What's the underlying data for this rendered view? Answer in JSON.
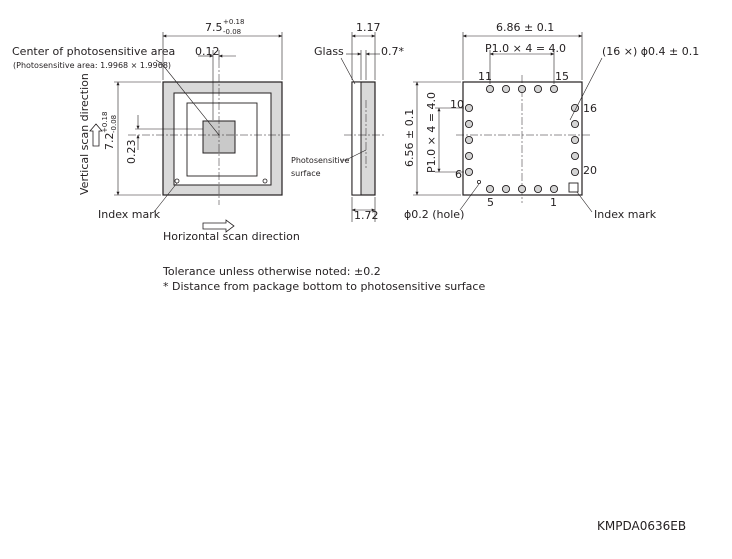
{
  "front_view": {
    "width_dim_base": "7.5",
    "width_dim_plus": "+0.18",
    "width_dim_minus": "-0.08",
    "height_dim_base": "7.2",
    "height_dim_plus": "+0.18",
    "height_dim_minus": "-0.08",
    "center_offset_x": "0.12",
    "center_offset_y": "0.23",
    "center_label": "Center of photosensitive area",
    "photosensitive_area_note": "(Photosensitive area: 1.9968 × 1.9968)",
    "vertical_scan_label": "Vertical scan direction",
    "horizontal_scan_label": "Horizontal scan direction",
    "index_mark_label": "Index mark"
  },
  "side_view": {
    "glass_label": "Glass",
    "glass_thickness": "1.17",
    "surface_distance": "0.7*",
    "package_thickness": "1.72",
    "photosensitive_surface_label_line1": "Photosensitive",
    "photosensitive_surface_label_line2": "surface"
  },
  "back_view": {
    "width_dim": "6.86 ± 0.1",
    "height_dim": "6.56 ± 0.1",
    "pitch_top": "P1.0 × 4 = 4.0",
    "pitch_left": "P1.0 × 4 = 4.0",
    "pad_dim": "(16 ×) ϕ0.4 ± 0.1",
    "hole_label": "ϕ0.2 (hole)",
    "index_mark_label": "Index mark",
    "pin_numbers": {
      "p1": "1",
      "p5": "5",
      "p6": "6",
      "p10": "10",
      "p11": "11",
      "p15": "15",
      "p16": "16",
      "p20": "20"
    }
  },
  "notes": {
    "tolerance": "Tolerance unless otherwise noted: ±0.2",
    "distance_note": "* Distance from package bottom to photosensitive surface"
  },
  "drawing_id": "KMPDA0636EB"
}
